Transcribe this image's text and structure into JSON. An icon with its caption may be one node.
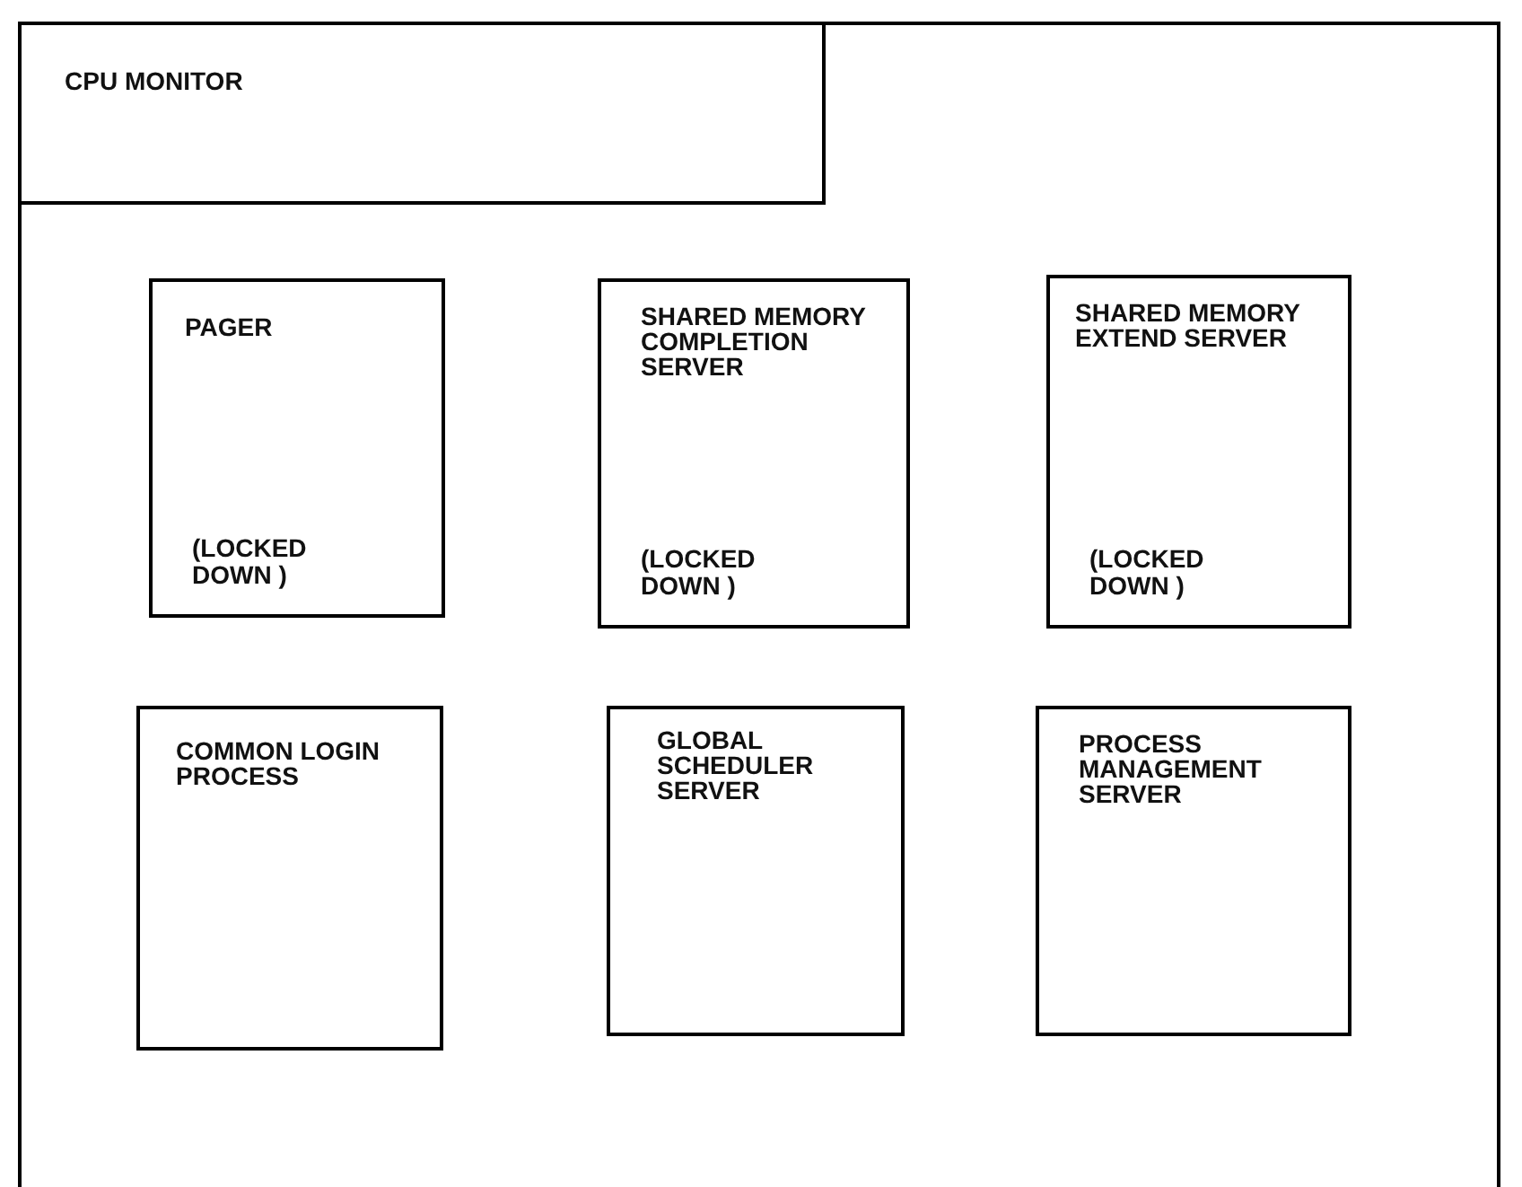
{
  "diagram": {
    "nodes": [
      {
        "text": [],
        "shape": "box"
      },
      {
        "text": [
          "CPU MONITOR"
        ],
        "in": 0
      },
      {
        "text": [
          "PAGER",
          "(LOCKED DOWN )"
        ],
        "in": 0
      },
      {
        "text": [
          "SHARED MEMORY COMPLETION SERVER",
          "(LOCKED DOWN )"
        ],
        "in": 0
      },
      {
        "text": [
          "SHARED MEMORY EXTEND SERVER",
          "(LOCKED DOWN )"
        ],
        "in": 0
      },
      {
        "text": [
          "COMMON LOGIN PROCESS"
        ],
        "in": 0
      },
      {
        "text": [
          "GLOBAL SCHEDULER SERVER"
        ],
        "in": 0
      },
      {
        "text": [
          "PROCESS MANAGEMENT SERVER"
        ],
        "in": 0
      }
    ]
  }
}
